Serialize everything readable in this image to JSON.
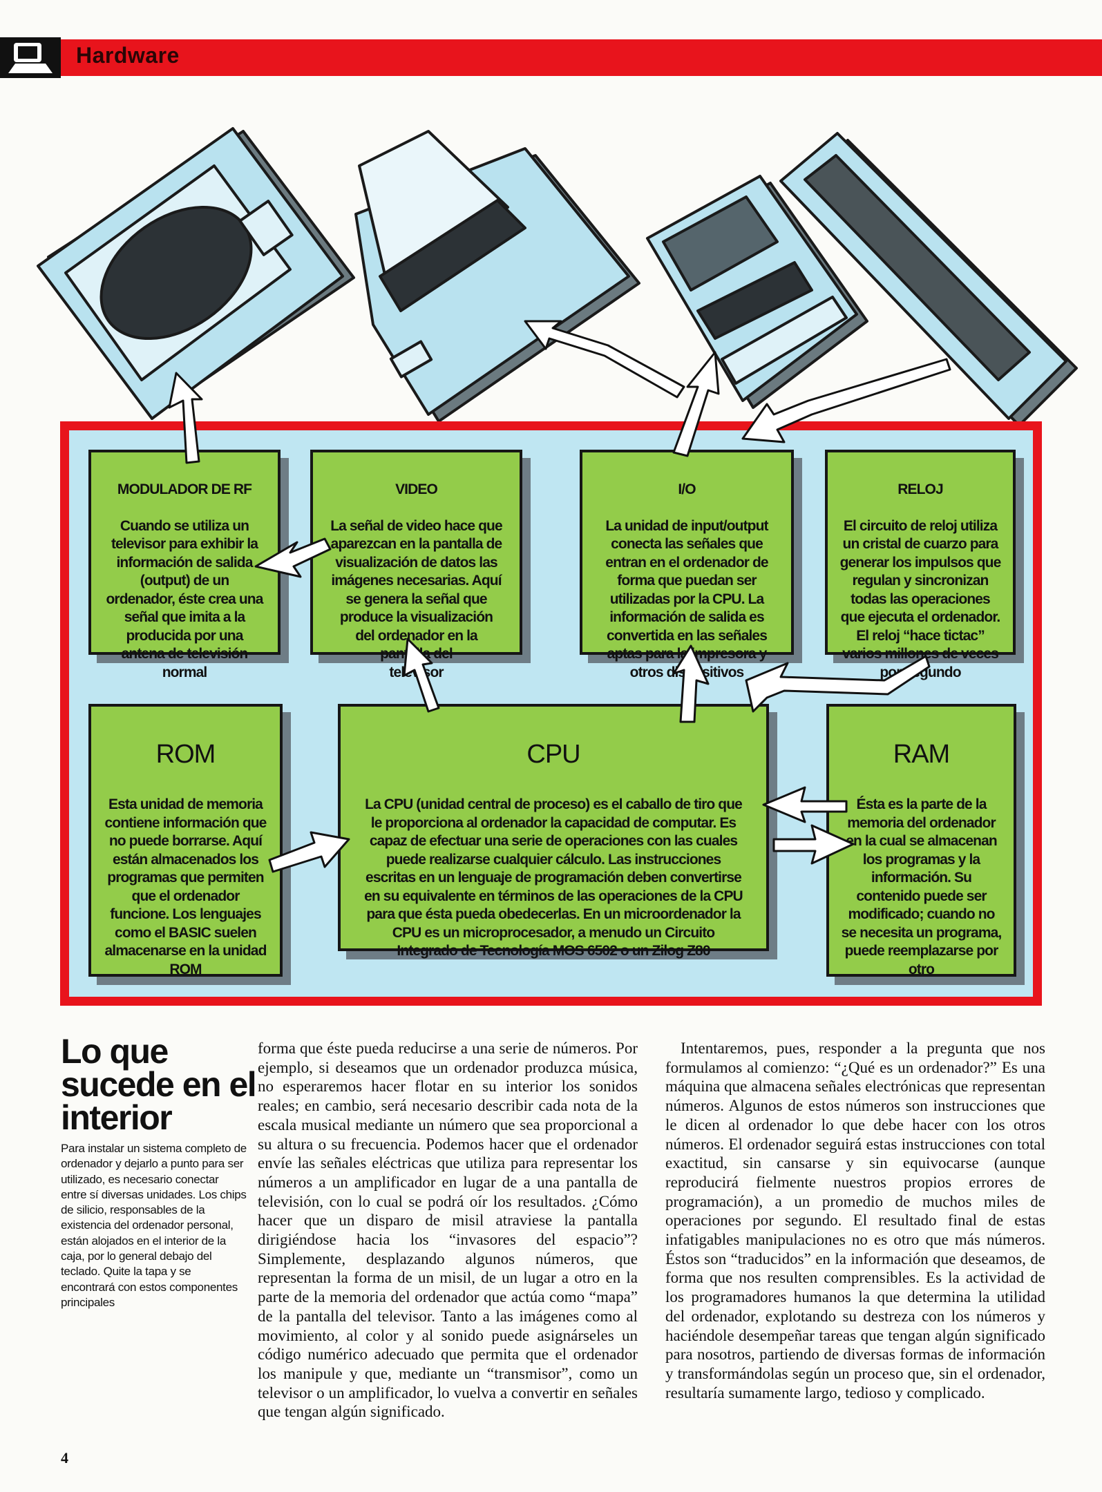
{
  "header": {
    "section": "Hardware",
    "icon": "computer-terminal-icon",
    "accent": "#e8141c"
  },
  "diagram": {
    "devices": [
      "television",
      "printer",
      "cassette-recorder",
      "keyboard"
    ],
    "colors": {
      "frame": "#e8141c",
      "background": "#bfe6f2",
      "box": "#93cc4a",
      "device": "#b9e2ef"
    },
    "boxes": {
      "rf": {
        "title": "MODULADOR DE RF",
        "text": "Cuando se utiliza un\ntelevisor para exhibir la\ninformación de salida\n(output) de un\nordenador, éste crea una\nseñal que imita a la\nproducida por una\nantena de televisión\nnormal"
      },
      "video": {
        "title": "VIDEO",
        "text": "La señal de video hace que\naparezcan en la pantalla de\nvisualización de datos las\nimágenes necesarias. Aquí\nse genera la señal que\nproduce la visualización\ndel ordenador en la\npantalla del\ntelevisor"
      },
      "io": {
        "title": "I/O",
        "text": "La unidad de input/output\nconecta las señales que\nentran en el ordenador de\nforma que puedan ser\nutilizadas por la CPU. La\ninformación de salida es\nconvertida en las señales\naptas para la impresora y\notros dispositivos"
      },
      "clock": {
        "title": "RELOJ",
        "text": "El circuito de reloj utiliza\nun cristal de cuarzo para\ngenerar los impulsos que\nregulan y sincronizan\ntodas las operaciones\nque ejecuta el ordenador.\nEl reloj “hace tictac”\nvarios millones de veces\npor segundo"
      },
      "rom": {
        "title": "ROM",
        "text": "Esta unidad de memoria\ncontiene información que\nno puede borrarse. Aquí\nestán almacenados los\nprogramas que permiten\nque el ordenador\nfuncione. Los lenguajes\ncomo el BASIC suelen\nalmacenarse en la unidad\nROM"
      },
      "cpu": {
        "title": "CPU",
        "text": "La CPU (unidad central de proceso) es el caballo de tiro que\nle proporciona al ordenador la capacidad de computar. Es\ncapaz de efectuar una serie de operaciones con las cuales\npuede realizarse cualquier cálculo. Las instrucciones\nescritas en un lenguaje de programación deben convertirse\nen su equivalente en términos de las operaciones de la CPU\npara que ésta pueda obedecerlas. En un microordenador la\nCPU es un microprocesador, a menudo un Circuito\nIntegrado de Tecnología MOS 6502 o un Zilog Z80"
      },
      "ram": {
        "title": "RAM",
        "text": "Ésta es la parte de la\nmemoria del ordenador\nen la cual se almacenan\nlos programas y la\ninformación. Su\ncontenido puede ser\nmodificado; cuando no\nse necesita un programa,\npuede reemplazarse por\notro"
      }
    }
  },
  "article": {
    "heading": "Lo que sucede en el interior",
    "intro": "Para instalar un sistema completo de ordenador y dejarlo a punto para ser utilizado, es necesario conectar entre sí diversas unidades. Los chips de silicio, responsables de la existencia del ordenador personal, están alojados en el interior de la caja, por lo general debajo del teclado. Quite la tapa y se encontrará con estos componentes principales",
    "column2": "forma que éste pueda reducirse a una serie de números. Por ejemplo, si deseamos que un ordenador produzca música, no esperaremos hacer flotar en su interior los sonidos reales; en cambio, será necesario describir cada nota de la escala musical mediante un número que sea proporcional a su altura o su frecuencia. Podemos hacer que el ordenador envíe las señales eléctricas que utiliza para representar los números a un amplificador en lugar de a una pantalla de televisión, con lo cual se podrá oír los resultados. ¿Cómo hacer que un disparo de misil atraviese la pantalla dirigiéndose hacia los “invasores del espacio”? Simplemente, desplazando algunos números, que representan la forma de un misil, de un lugar a otro en la parte de la memoria del ordenador que actúa como “mapa” de la pantalla del televisor. Tanto a las imágenes como al movimiento, al color y al sonido puede asignárseles un código numérico adecuado que permita que el ordenador los manipule y que, mediante un “transmisor”, como un televisor o un amplificador, lo vuelva a convertir en señales que tengan algún significado.",
    "column3": "Intentaremos, pues, responder a la pregunta que nos formulamos al comienzo: “¿Qué es un ordenador?” Es una máquina que almacena señales electrónicas que representan números. Algunos de estos números son instrucciones que le dicen al ordenador lo que debe hacer con los otros números. El ordenador seguirá estas instrucciones con total exactitud, sin cansarse y sin equivocarse (aunque reproducirá fielmente nuestros propios errores de programación), a un promedio de muchos miles de operaciones por segundo. El resultado final de estas infatigables manipulaciones no es otro que más números. Éstos son “traducidos” en la información que deseamos, de forma que nos resulten comprensibles. Es la actividad de los programadores humanos la que determina la utilidad del ordenador, explotando su destreza con los números y haciéndole desempeñar tareas que tengan algún significado para nosotros, partiendo de diversas formas de información y transformándolas según un proceso que, sin el ordenador, resultaría sumamente largo, tedioso y complicado."
  },
  "page_number": "4"
}
